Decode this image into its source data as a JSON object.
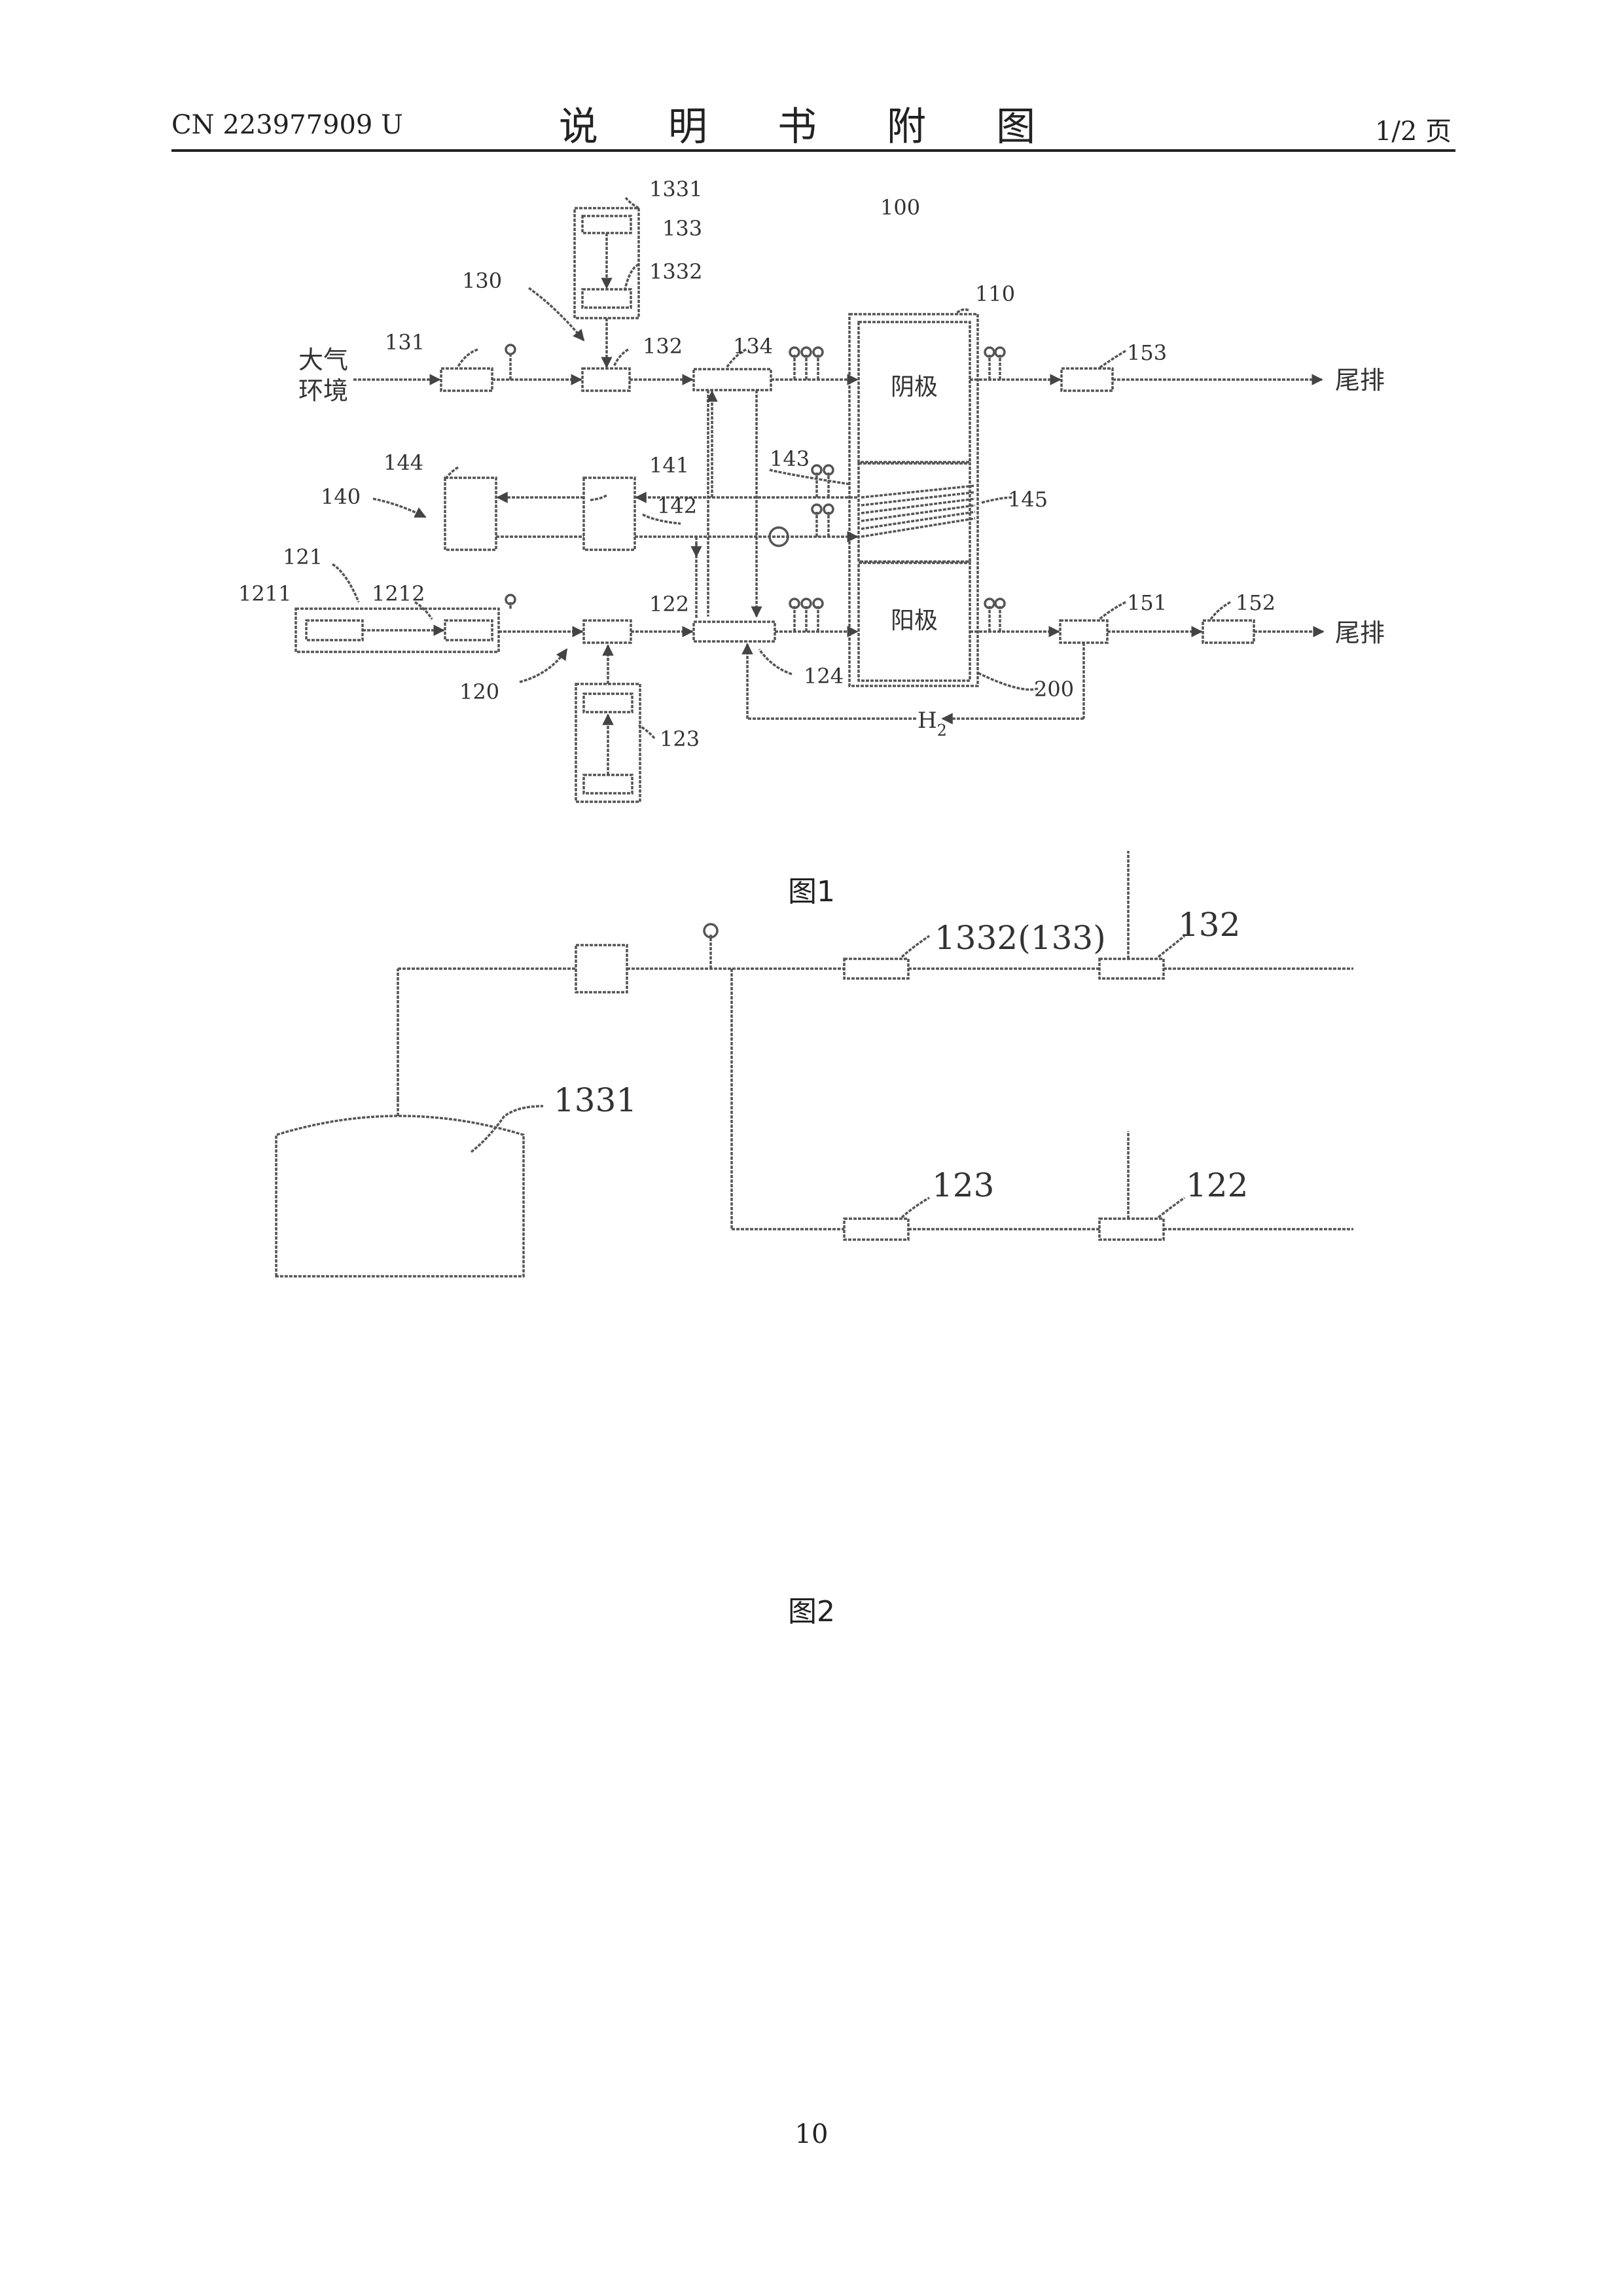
{
  "header": {
    "doc_number": "CN 223977909 U",
    "title": "说 明 书 附 图",
    "page_of": "1/2 页"
  },
  "figure1": {
    "caption": "图1",
    "labels": {
      "system": "100",
      "stack": "110",
      "cathode": "阴极",
      "anode": "阳极",
      "atm_line1": "大气",
      "atm_line2": "环境",
      "exhaust_top": "尾排",
      "exhaust_bottom": "尾排",
      "h2": "H",
      "h2_sub": "2",
      "n100": "100",
      "n120": "120",
      "n121": "121",
      "n1211": "1211",
      "n1212": "1212",
      "n122": "122",
      "n123": "123",
      "n124": "124",
      "n130": "130",
      "n131": "131",
      "n132": "132",
      "n133": "133",
      "n1331": "1331",
      "n1332": "1332",
      "n134": "134",
      "n140": "140",
      "n141": "141",
      "n142": "142",
      "n143": "143",
      "n144": "144",
      "n145": "145",
      "n151": "151",
      "n152": "152",
      "n153": "153",
      "n200": "200"
    }
  },
  "figure2": {
    "caption": "图2",
    "labels": {
      "n1331": "1331",
      "n1332_133": "1332(133)",
      "n132": "132",
      "n123": "123",
      "n122": "122"
    }
  },
  "footer": {
    "page_number": "10"
  }
}
